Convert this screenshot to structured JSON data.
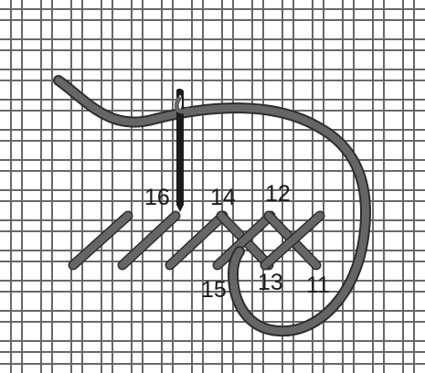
{
  "diagram": {
    "stitch_numbers": [
      "16",
      "14",
      "12",
      "15",
      "13",
      "11"
    ]
  },
  "colors": {
    "canvas_line": "#676767",
    "canvas_fill": "#ffffff",
    "thread": "#666666",
    "thread_outline": "#2e2e2e",
    "needle": "#1c1c1c",
    "numbers": "#1a1a1a"
  }
}
